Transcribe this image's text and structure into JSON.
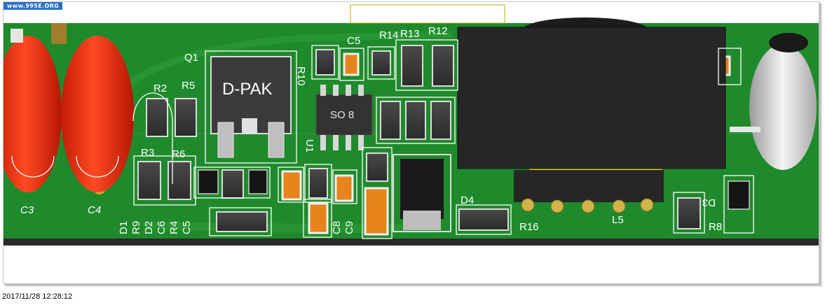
{
  "watermark": {
    "text": "www.995E.ORG"
  },
  "status": {
    "timestamp": "2017/11/28 12:28:12"
  },
  "pcb": {
    "board_color": "#1f8a2c",
    "silkscreen_color": "#ffffff",
    "labels": {
      "q1": "Q1",
      "dpak": "D-PAK",
      "r10": "R10",
      "r2": "R2",
      "r5": "R5",
      "r3": "R3",
      "r6": "R6",
      "so8": "SO 8",
      "u1": "U1",
      "c3": "C3",
      "c4": "C4",
      "d1": "D1",
      "r9": "R9",
      "d2": "D2",
      "c6": "C6",
      "r4": "R4",
      "c5": "C5",
      "c8": "C8",
      "c9": "C9",
      "r14": "R14",
      "r13": "R13",
      "r12": "R12",
      "c5b": "C5",
      "d4": "D4",
      "r16": "R16",
      "l5": "L5",
      "d3": "D3",
      "r8": "R8"
    }
  }
}
